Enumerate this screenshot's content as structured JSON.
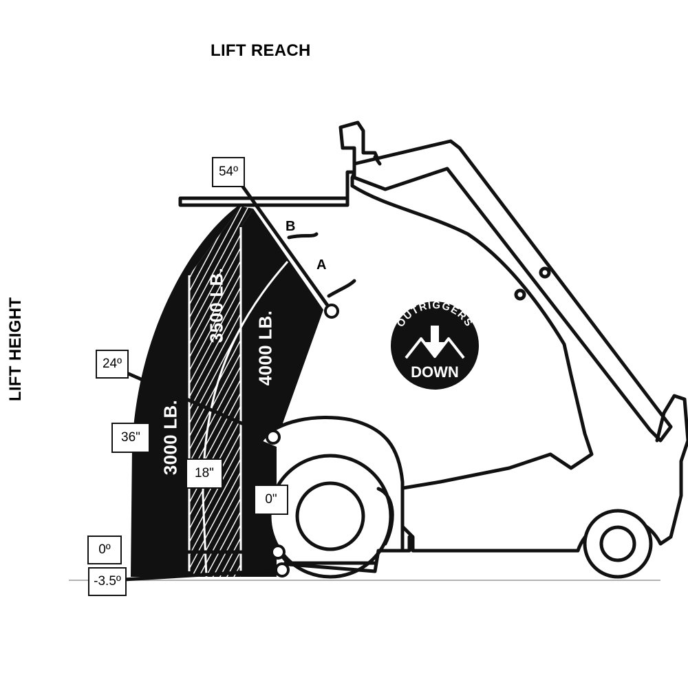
{
  "title_reach": "LIFT REACH",
  "title_height": "LIFT HEIGHT",
  "zones": {
    "outer": "3000 LB.",
    "middle": "3500 LB.",
    "inner": "4000 LB."
  },
  "angles": {
    "deg54": "54º",
    "deg24": "24º",
    "deg0": "0º",
    "deg_neg": "-3.5º"
  },
  "distances": {
    "d36": "36\"",
    "d18": "18\"",
    "d0": "0\""
  },
  "arcs": {
    "a": "A",
    "b": "B"
  },
  "badge": {
    "top": "OUTRIGGERS",
    "bottom": "DOWN"
  },
  "colors": {
    "ink": "#111111",
    "hatch": "#ffffff",
    "paper": "#ffffff"
  }
}
